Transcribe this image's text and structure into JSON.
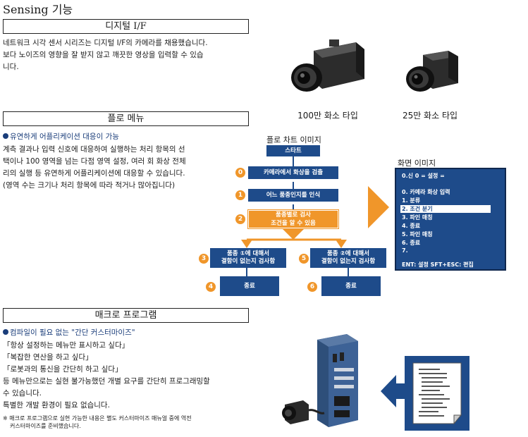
{
  "page_title": "Sensing 기능",
  "sections": {
    "digital": {
      "heading": "디지털 I/F",
      "line1": "네트워크 시각 센서 시리즈는 디지털 I/F의 카메라를 채용했습니다.",
      "line2": "보다 노이즈의 영향을 잘 받지 않고 깨끗한 영상을 입력할 수 있습",
      "line3": "니다.",
      "camera1_caption": "100만 화소 타입",
      "camera2_caption": "25만 화소 타입"
    },
    "flow": {
      "heading": "플로 메뉴",
      "subheading": "유연하게 어플리케이션 대응이 가능",
      "line1": "계측 결과나 입력 신호에 대응하여 실행하는 처리 항목의 선",
      "line2": "택이나 100 영역을 넘는 다점 영역 설정, 여러 회 화상 전체",
      "line3": "리의 실행 등 유연하게 어플리케이션에 대응할 수 있습니다.",
      "line4": "(영역 수는 크기나 처리 항목에 따라 적거나 많아집니다)"
    },
    "macro": {
      "heading": "매크로 프로그램",
      "subheading": "컴파일이 필요 없는 \"간단 커스터마이즈\"",
      "line1": "「항상 설정하는 메뉴만 표시하고 싶다」",
      "line2": "「복잡한 연산을 하고 싶다」",
      "line3": "「로봇과의 통신을 간단히 하고 싶다」",
      "line4": "등 메뉴만으로는 실현 불가능했던 개별 요구를 간단히 프로그래밍할",
      "line5": "수 있습니다.",
      "line6": "특별한 개발 환경이 필요 없습니다.",
      "note_mark": "※",
      "note1": "매크로 프로그램으로 실현 가능한 내용은 별도 커스터마이즈 매뉴얼 중에 역전",
      "note2": "커스터마이즈를 준비했습니다."
    }
  },
  "flowchart": {
    "title": "플로 차트 이미지",
    "start": "스타트",
    "step0": {
      "num": "0",
      "label": "카메라에서 화상을 검출"
    },
    "step1": {
      "num": "1",
      "label": "어느 품종인지를 인식"
    },
    "step2": {
      "num": "2",
      "line1": "품종별로 검사",
      "line2": "조건을 알 수 있음"
    },
    "step3": {
      "num": "3",
      "line1": "품종 ①에 대해서",
      "line2": "결함이 없는지 검사함"
    },
    "step5": {
      "num": "5",
      "line1": "품종 ②에 대해서",
      "line2": "결함이 없는지 검사함"
    },
    "step4": {
      "num": "4",
      "label": "종료"
    },
    "step6": {
      "num": "6",
      "label": "종료"
    }
  },
  "screen": {
    "title": "화면 이미지",
    "header": "0.신     0 = 설정 =",
    "items": [
      "0. 카메라 화상 입력",
      "1. 분류",
      "2. 조건 분기",
      "3. 파인 매칭",
      "4. 종료",
      "5. 파인 매칭",
      "6. 종료",
      "7."
    ],
    "selected_index": 2,
    "footer": "ENT: 설정    SFT+ESC: 편집"
  },
  "colors": {
    "flow_blue": "#1e4b8a",
    "flow_orange": "#f0962a",
    "heading_blue": "#1a3d7a"
  }
}
